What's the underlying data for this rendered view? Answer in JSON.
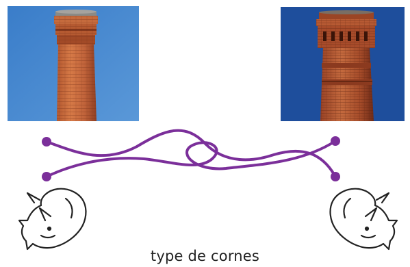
{
  "caption": "type de cornes",
  "colors": {
    "sky_left": "#3d7fc8",
    "sky_right": "#1f4f9e",
    "brick_light": "#c1653a",
    "brick_dark": "#8e3d22",
    "rope": "#7b2f9a",
    "outline": "#222222"
  },
  "images": {
    "left": "chimney-photo-blue-sky",
    "right": "chimney-photo-ornate-top"
  },
  "icons": {
    "left": "rhinoceros-head-icon",
    "right": "rhinoceros-head-icon"
  }
}
